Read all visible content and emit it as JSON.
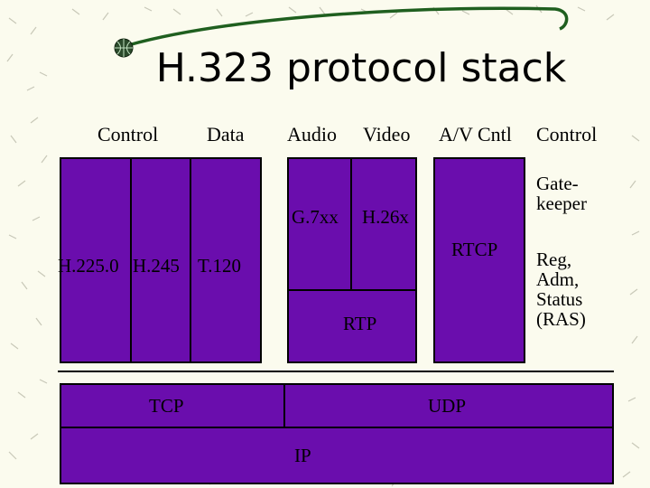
{
  "title": "H.323 protocol stack",
  "headers": {
    "control": "Control",
    "data": "Data",
    "audio": "Audio",
    "video": "Video",
    "av_cntl": "A/V Cntl",
    "control2": "Control"
  },
  "blocks": {
    "h225": "H.225.0",
    "h245": "H.245",
    "t120": "T.120",
    "g7xx": "G.7xx",
    "h26x": "H.26x",
    "rtp": "RTP",
    "rtcp": "RTCP",
    "tcp": "TCP",
    "udp": "UDP",
    "ip": "IP"
  },
  "gatekeeper": [
    "Gate-",
    "keeper"
  ],
  "ras": [
    "Reg,",
    "Adm,",
    "Status",
    "(RAS)"
  ],
  "colors": {
    "block": "#6a0dad",
    "background": "#fbfbee"
  }
}
